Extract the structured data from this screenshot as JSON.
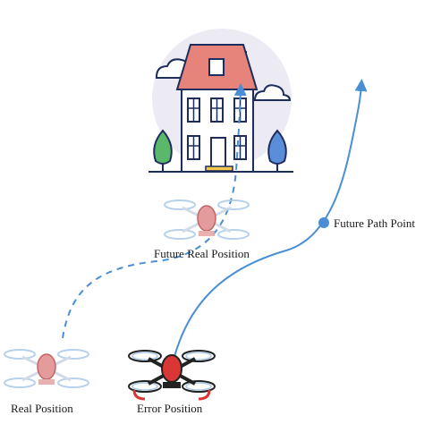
{
  "labels": {
    "future_real_position": "Future Real Position",
    "future_path_point": "Future Path Point",
    "real_position": "Real Position",
    "error_position": "Error Position"
  },
  "colors": {
    "path_blue": "#4a8fd6",
    "house_roof": "#e6837a",
    "house_outline": "#1e2d5c",
    "house_wall": "#ffffff",
    "house_backdrop": "#ecebf4",
    "tree_green": "#59b86a",
    "tree_blue": "#5b8ed9",
    "drone_red": "#d93636",
    "drone_dark": "#222222",
    "drone_light_blue": "#a9c9e8",
    "door_yellow": "#f2c94c"
  },
  "icons": {
    "house": "house-icon",
    "drone": "drone-icon",
    "cloud": "cloud-icon",
    "tree": "tree-icon",
    "path_point": "path-point-icon"
  }
}
